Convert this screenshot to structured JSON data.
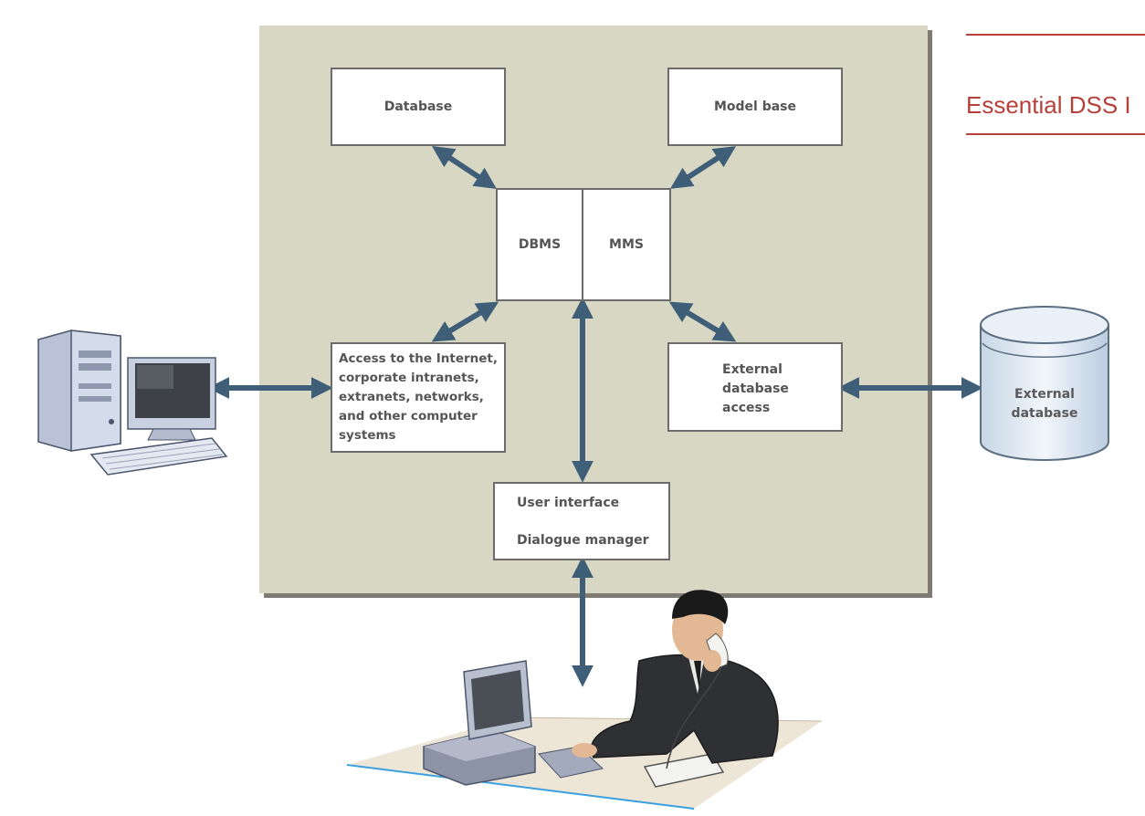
{
  "header": {
    "title": "Essential DSS I"
  },
  "diagram": {
    "database": "Database",
    "model_base": "Model base",
    "dbms": "DBMS",
    "mms": "MMS",
    "access_lines": [
      "Access to the Internet,",
      "corporate intranets,",
      "extranets, networks,",
      "and other computer",
      "systems"
    ],
    "external_access_lines": [
      "External",
      "database",
      "access"
    ],
    "user_interface": "User interface",
    "dialogue_manager": "Dialogue manager",
    "external_database_lines": [
      "External",
      "database"
    ]
  },
  "colors": {
    "panel": "#d8d7c3",
    "arrow": "#3f5f78",
    "accent": "#b8403a"
  }
}
